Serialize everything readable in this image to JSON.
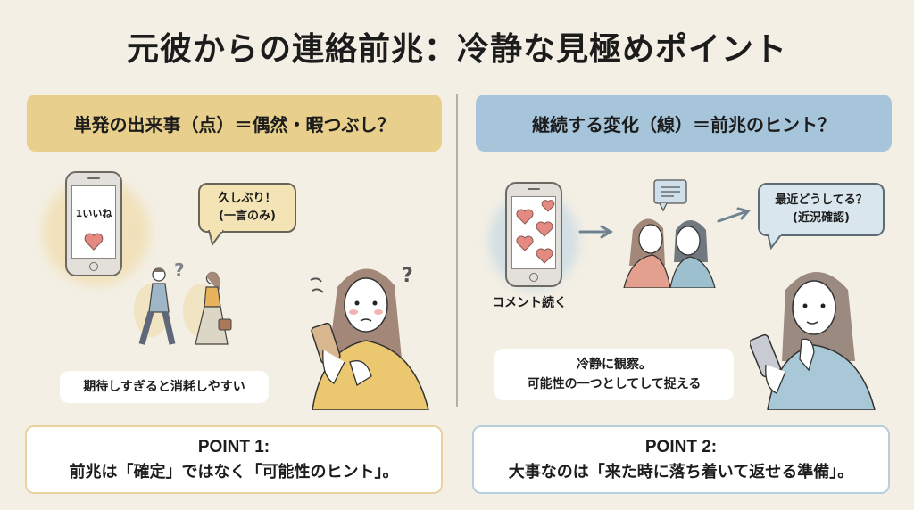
{
  "title": "元彼からの連絡前兆：冷静な見極めポイント",
  "left": {
    "header": "単発の出来事（点）＝偶然・暇つぶし？",
    "phone_label": "1いいね",
    "bubble_line1": "久しぶり！",
    "bubble_line2": "(一言のみ)",
    "caption": "期待しすぎると消耗しやすい",
    "accent_color": "#e8cf8c"
  },
  "right": {
    "header": "継続する変化（線）＝前兆のヒント？",
    "phone_label": "コメント続く",
    "bubble_line1": "最近どうしてる？",
    "bubble_line2": "(近況確認)",
    "caption_line1": "冷静に観察。",
    "caption_line2": "可能性の一つとしてして捉える",
    "accent_color": "#a6c5da"
  },
  "points": [
    {
      "head": "POINT 1:",
      "text": "前兆は「確定」ではなく「可能性のヒント」。"
    },
    {
      "head": "POINT 2:",
      "text": "大事なのは「来た時に落ち着いて返せる準備」。"
    }
  ]
}
